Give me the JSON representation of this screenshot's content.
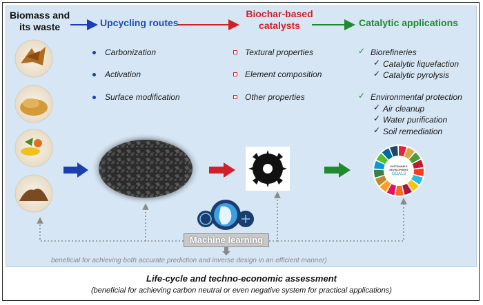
{
  "header": {
    "biomass_line1": "Biomass and",
    "biomass_line2": "its waste",
    "upcycling": "Upcycling routes",
    "biochar_line1": "Biochar-based",
    "biochar_line2": "catalysts",
    "catalytic": "Catalytic applications"
  },
  "upcycling_routes": [
    "Carbonization",
    "Activation",
    "Surface modification"
  ],
  "biochar_properties": [
    "Textural properties",
    "Element composition",
    "Other properties"
  ],
  "applications": {
    "biorefineries": "Biorefineries",
    "biorefineries_items": [
      "Catalytic liquefaction",
      "Catalytic pyrolysis"
    ],
    "environmental": "Environmental protection",
    "environmental_items": [
      "Air cleanup",
      "Water purification",
      "Soil remediation"
    ]
  },
  "sdg": {
    "line1": "SUSTAINABLE",
    "line2": "DEVELOPMENT",
    "line3": "GOALS"
  },
  "machine_learning": {
    "label": "Machine learning",
    "description": "beneficial for achieving both accurate prediction and inverse design in an efficient manner)"
  },
  "lifecycle": {
    "title": "Life-cycle and techno-economic assessment",
    "subtitle": "(beneficial for achieving carbon neutral or even negative system for practical applications)"
  },
  "colors": {
    "blue": "#1c4fb8",
    "red": "#d0202a",
    "green": "#1f8a2f",
    "panel": "#d6e6f4"
  }
}
